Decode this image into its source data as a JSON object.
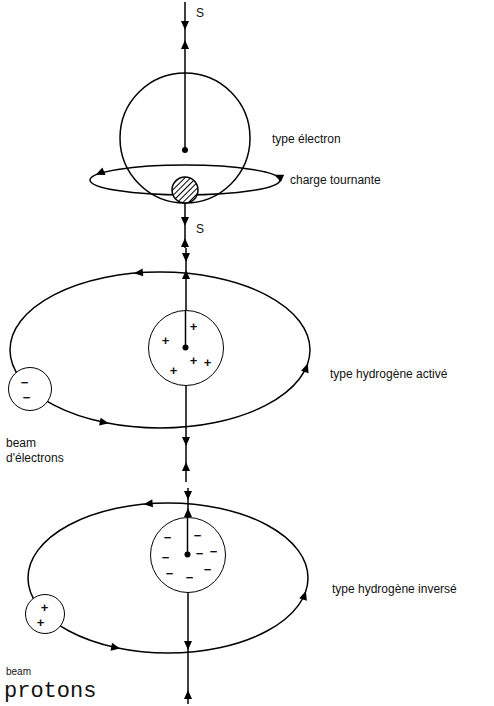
{
  "diagram": {
    "nodes": [
      {
        "text": [
          "+",
          "+",
          "+",
          "+",
          "+"
        ]
      },
      {
        "text": [
          "−",
          "−"
        ]
      },
      {
        "text": [
          "−",
          "−",
          "−",
          "−",
          "−",
          "−",
          "−",
          "−"
        ]
      },
      {
        "text": [
          "+",
          "+"
        ]
      }
    ],
    "labels": [
      "S",
      "type électron",
      "charge tournante",
      "S",
      "type hydrogène activé",
      "beam d'électrons",
      "type hydrogène inversé",
      "beam",
      "protons"
    ]
  }
}
